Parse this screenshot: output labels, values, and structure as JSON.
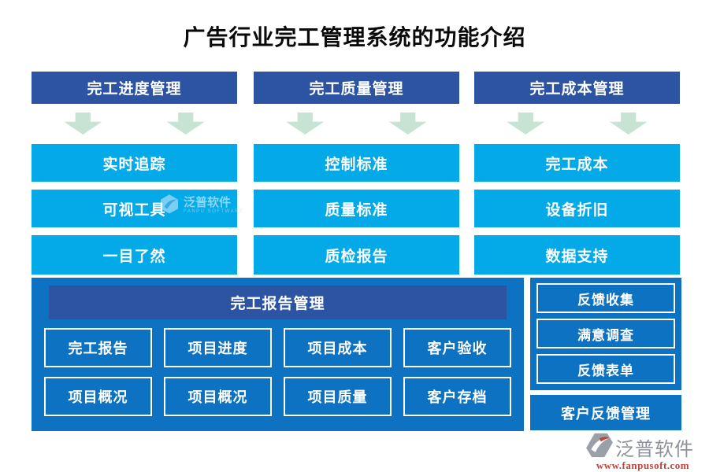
{
  "title": "广告行业完工管理系统的功能介绍",
  "colors": {
    "header_blue": "#2d54a3",
    "cyan_box": "#04a9e8",
    "container_blue": "#0e72c2",
    "arrow_green": "#c6e3d3",
    "brand_grey": "#8e939b",
    "url_red": "#c0443a"
  },
  "columns": [
    {
      "header": "完工进度管理",
      "items": [
        "实时追踪",
        "可视工具",
        "一目了然"
      ]
    },
    {
      "header": "完工质量管理",
      "items": [
        "控制标准",
        "质量标准",
        "质检报告"
      ]
    },
    {
      "header": "完工成本管理",
      "items": [
        "完工成本",
        "设备折旧",
        "数据支持"
      ]
    }
  ],
  "report_section": {
    "header": "完工报告管理",
    "row1": [
      "完工报告",
      "项目进度",
      "项目成本",
      "客户验收"
    ],
    "row2": [
      "项目概况",
      "项目概况",
      "项目质量",
      "客户存档"
    ]
  },
  "feedback_section": {
    "items": [
      "反馈收集",
      "满意调查",
      "反馈表单"
    ],
    "footer": "客户反馈管理"
  },
  "watermark": {
    "name": "泛普软件",
    "subtitle": "FANPU SOFTWARE"
  },
  "brand": {
    "name": "泛普软件",
    "url": "www.fanpusoft.com"
  }
}
